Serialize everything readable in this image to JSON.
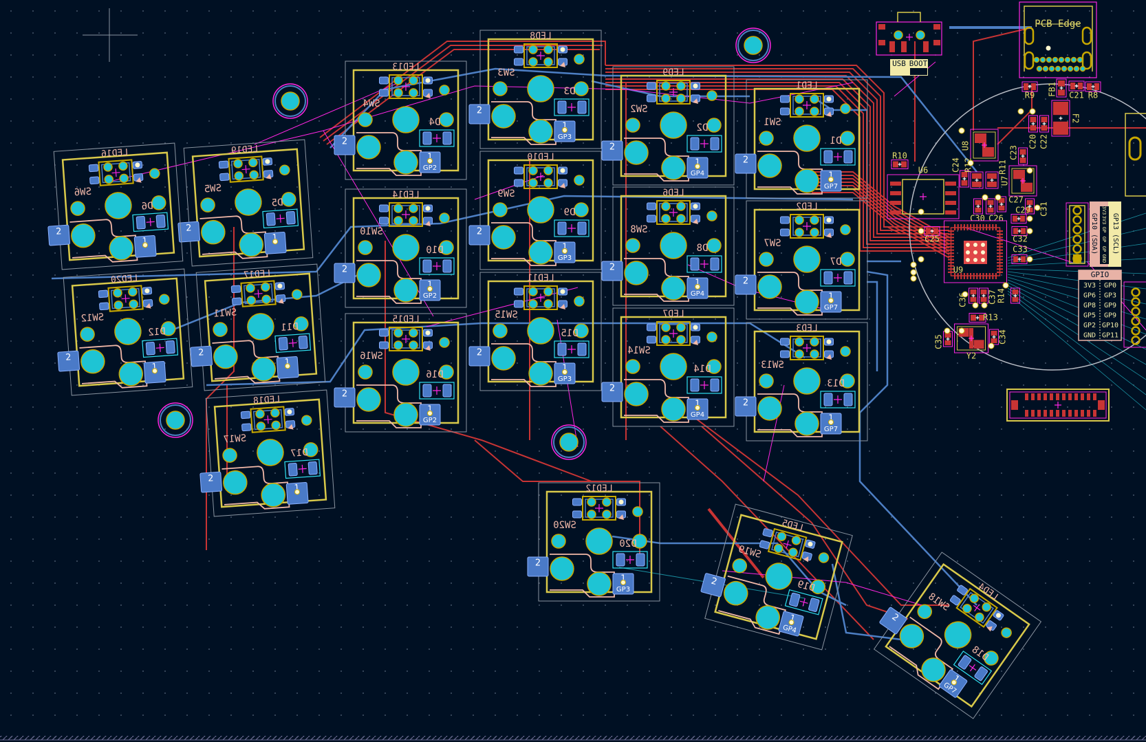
{
  "keys": [
    {
      "sw": "SW1",
      "d": "D1",
      "led": "LED1",
      "pad1": "1",
      "pad2": "2",
      "net": "GP7"
    },
    {
      "sw": "SW2",
      "d": "D2",
      "led": "LED9",
      "pad1": "1",
      "pad2": "2",
      "net": "GP4"
    },
    {
      "sw": "SW3",
      "d": "D3",
      "led": "LED8",
      "pad1": "1",
      "pad2": "2",
      "net": "GP3"
    },
    {
      "sw": "SW4",
      "d": "D4",
      "led": "LED13",
      "pad1": "1",
      "pad2": "2",
      "net": "GP2"
    },
    {
      "sw": "SW5",
      "d": "D5",
      "led": "LED19",
      "pad1": "1",
      "pad2": "2",
      "net": ""
    },
    {
      "sw": "SW6",
      "d": "D6",
      "led": "LED16",
      "pad1": "1",
      "pad2": "2",
      "net": ""
    },
    {
      "sw": "SW7",
      "d": "D7",
      "led": "LED2",
      "pad1": "1",
      "pad2": "2",
      "net": "GP7"
    },
    {
      "sw": "SW8",
      "d": "D8",
      "led": "LED6",
      "pad1": "1",
      "pad2": "2",
      "net": "GP4"
    },
    {
      "sw": "SW9",
      "d": "D9",
      "led": "LED10",
      "pad1": "1",
      "pad2": "2",
      "net": "GP3"
    },
    {
      "sw": "SW10",
      "d": "D10",
      "led": "LED14",
      "pad1": "1",
      "pad2": "2",
      "net": "GP2"
    },
    {
      "sw": "SW11",
      "d": "D11",
      "led": "LED17",
      "pad1": "1",
      "pad2": "2",
      "net": ""
    },
    {
      "sw": "SW12",
      "d": "D12",
      "led": "LED20",
      "pad1": "1",
      "pad2": "2",
      "net": ""
    },
    {
      "sw": "SW13",
      "d": "D13",
      "led": "LED3",
      "pad1": "1",
      "pad2": "2",
      "net": "GP7"
    },
    {
      "sw": "SW14",
      "d": "D14",
      "led": "LED7",
      "pad1": "1",
      "pad2": "2",
      "net": "GP4"
    },
    {
      "sw": "SW15",
      "d": "D15",
      "led": "LED11",
      "pad1": "1",
      "pad2": "2",
      "net": "GP3"
    },
    {
      "sw": "SW16",
      "d": "D16",
      "led": "LED15",
      "pad1": "1",
      "pad2": "2",
      "net": "GP2"
    },
    {
      "sw": "SW17",
      "d": "D17",
      "led": "LED18",
      "pad1": "1",
      "pad2": "2",
      "net": ""
    },
    {
      "sw": "SW18",
      "d": "D18",
      "led": "LED4",
      "pad1": "1",
      "pad2": "2",
      "net": "GP7"
    },
    {
      "sw": "SW19",
      "d": "D19",
      "led": "LED5",
      "pad1": "1",
      "pad2": "2",
      "net": "GP4"
    },
    {
      "sw": "SW20",
      "d": "D20",
      "led": "LED12",
      "pad1": "1",
      "pad2": "2",
      "net": "GP3"
    }
  ],
  "mcu": {
    "boot_switch": {
      "ref": "USB BOOT",
      "label_left": "USB",
      "label_right": "BOOT"
    },
    "usb_connector": {
      "label": "PCB Edge"
    },
    "components": [
      {
        "ref": "R9"
      },
      {
        "ref": "FB1"
      },
      {
        "ref": "C21"
      },
      {
        "ref": "R8"
      },
      {
        "ref": "F2"
      },
      {
        "ref": "C20"
      },
      {
        "ref": "C22"
      },
      {
        "ref": "U8"
      },
      {
        "ref": "R10"
      },
      {
        "ref": "U6"
      },
      {
        "ref": "C24"
      },
      {
        "ref": "R12"
      },
      {
        "ref": "R11"
      },
      {
        "ref": "C23"
      },
      {
        "ref": "U7"
      },
      {
        "ref": "C27"
      },
      {
        "ref": "C31"
      },
      {
        "ref": "C29"
      },
      {
        "ref": "C30"
      },
      {
        "ref": "C26"
      },
      {
        "ref": "C25"
      },
      {
        "ref": "C32"
      },
      {
        "ref": "C33"
      },
      {
        "ref": "U9"
      },
      {
        "ref": "C36"
      },
      {
        "ref": "C37"
      },
      {
        "ref": "R14"
      },
      {
        "ref": "R13"
      },
      {
        "ref": "C35"
      },
      {
        "ref": "C34"
      },
      {
        "ref": "Y2"
      }
    ],
    "i2c_header": {
      "left_label": "GP10 (SDA)",
      "right_label": "GP13 (SCL)",
      "pins": [
        "3V3",
        "3V3",
        "GP",
        "GP",
        "GP",
        "GND"
      ]
    },
    "gpio_table": {
      "title": "GPIO",
      "rows": [
        [
          "3V3",
          "GP0"
        ],
        [
          "GP6",
          "GP3"
        ],
        [
          "GP8",
          "GP9"
        ],
        [
          "GP5",
          "GP9"
        ],
        [
          "GP2",
          "GP10"
        ],
        [
          "GND",
          "GP11"
        ]
      ]
    }
  },
  "colors": {
    "background": "#001023",
    "front_copper": "#c83434",
    "back_copper": "#4d7fc4",
    "ratsnest": "#ff26e2",
    "courtyard": "#d9c94a",
    "hole": "#1ec4d4",
    "silkscreen": "#f2b8a8"
  }
}
